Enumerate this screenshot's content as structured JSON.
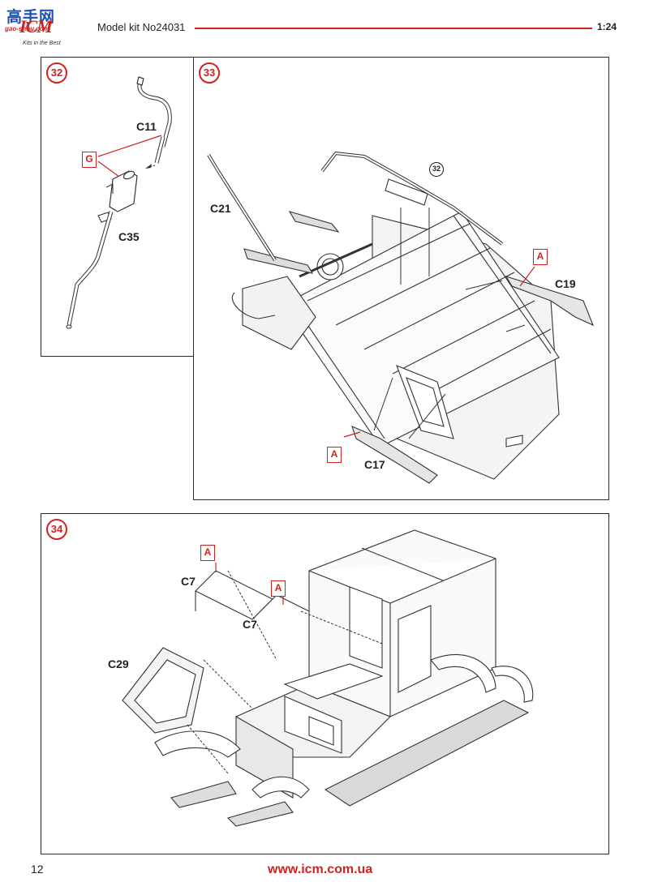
{
  "header": {
    "watermark_text": "高手网",
    "watermark_sub": "gao-shou.com",
    "brand": "ICM",
    "tagline": "Kits in the Best",
    "model_title": "Model kit No24031",
    "scale": "1:24",
    "accent_color": "#d0231f"
  },
  "steps": {
    "s32": {
      "number": "32",
      "parts": {
        "c11": "C11",
        "c35": "C35"
      },
      "glue_tag": "G"
    },
    "s33": {
      "number": "33",
      "parts": {
        "c21": "C21",
        "c19": "C19",
        "c17": "C17"
      },
      "paint_tag_right": "A",
      "paint_tag_left": "A",
      "ref_step": "32"
    },
    "s34": {
      "number": "34",
      "parts": {
        "c7_left": "C7",
        "c7_right": "C7",
        "c29": "C29"
      },
      "paint_tag_left": "A",
      "paint_tag_right": "A"
    }
  },
  "footer": {
    "page_number": "12",
    "url": "www.icm.com.ua"
  }
}
